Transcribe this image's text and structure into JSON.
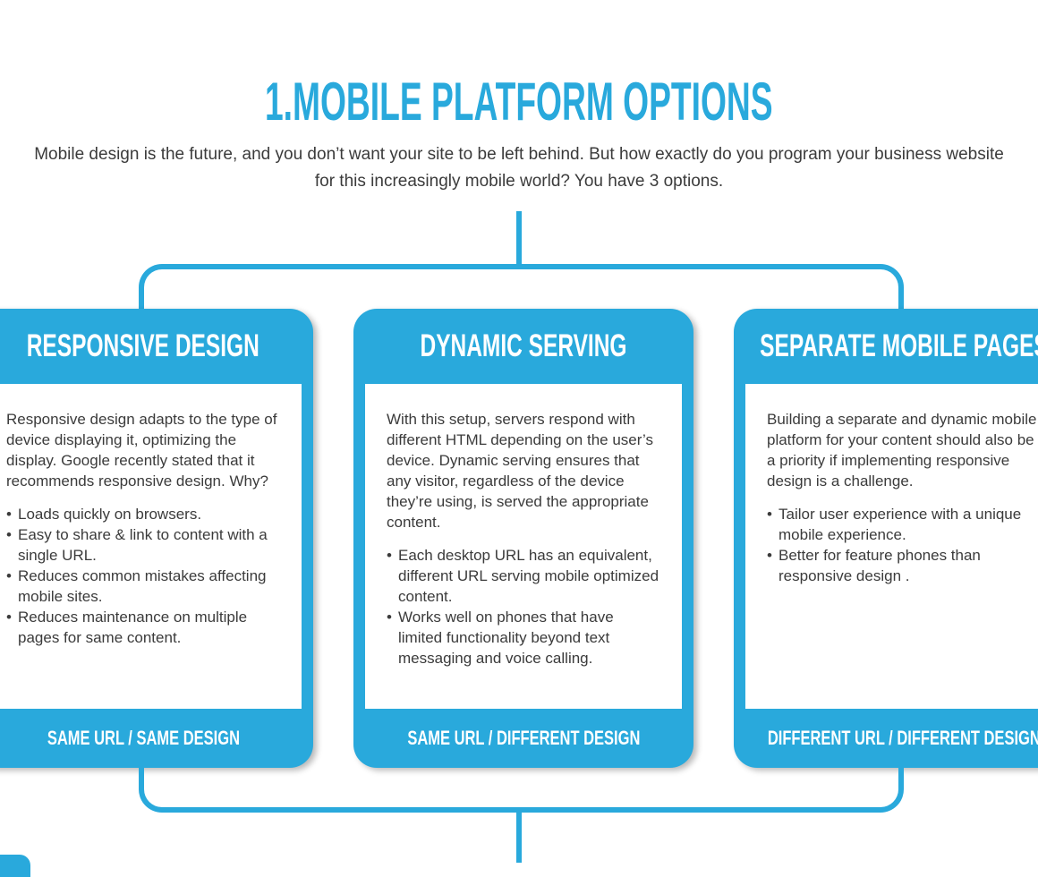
{
  "colors": {
    "accent": "#29A9DC",
    "body_text": "#3b3b3b",
    "card_text_on_blue": "#ffffff"
  },
  "header": {
    "title": "1.MOBILE PLATFORM OPTIONS",
    "subtitle_line1": "Mobile design is the future, and you don’t want your site to be left behind. But how exactly do you program your business website",
    "subtitle_line2": "for this increasingly mobile world? You have 3 options."
  },
  "cards": [
    {
      "title": "RESPONSIVE DESIGN",
      "intro": "Responsive design adapts to the type of device displaying it, optimizing the display. Google recently stated that it recommends responsive design. Why?",
      "bullets": [
        "Loads quickly on browsers.",
        "Easy to share & link to content with a single URL.",
        "Reduces common mistakes affecting mobile sites.",
        "Reduces maintenance on multiple pages for same content."
      ],
      "footer": "SAME URL / SAME DESIGN"
    },
    {
      "title": "DYNAMIC SERVING",
      "intro": "With this setup, servers respond with different HTML depending on the user’s device. Dynamic serving ensures that any visitor, regardless of the device they’re using, is served the appropriate content.",
      "bullets": [
        "Each desktop URL has an equivalent, different URL serving mobile optimized content.",
        "Works well on phones that have limited functionality beyond text messaging and voice calling."
      ],
      "footer": "SAME URL / DIFFERENT DESIGN"
    },
    {
      "title": "SEPARATE MOBILE PAGES",
      "intro": "Building a separate and dynamic mobile platform for your content should also be a priority if implementing responsive design is a challenge.",
      "bullets": [
        "Tailor user experience with a unique mobile experience.",
        "Better for feature phones than responsive design ."
      ],
      "footer": "DIFFERENT URL / DIFFERENT DESIGN"
    }
  ]
}
